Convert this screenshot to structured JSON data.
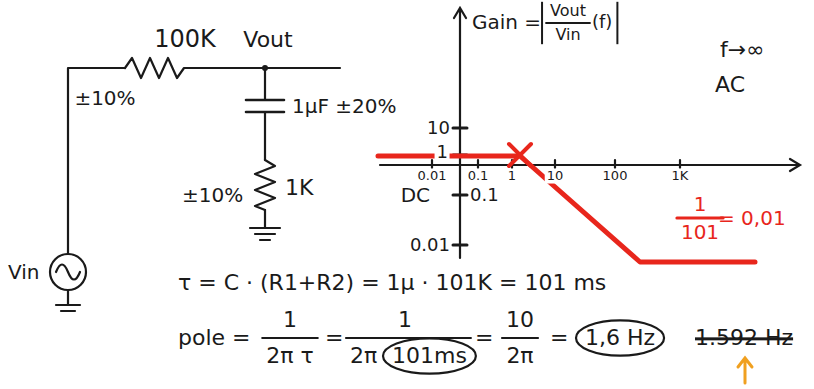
{
  "diagram": {
    "labels": [
      "Vin",
      "100K",
      "±10%",
      "Vout",
      "1µF ±20%",
      "±10%",
      "1K",
      "Gain =",
      "Vout",
      "Vin",
      "(f)",
      "f→∞",
      "AC",
      "10",
      "1",
      "DC",
      "0.1",
      "0.01",
      "0.01",
      "0.1",
      "1",
      "10",
      "100",
      "1K",
      "1",
      "101",
      "= 0,01",
      "τ = C · (R1+R2) = 1µ · 101K = 101 ms",
      "pole =",
      "1",
      "2π τ",
      "=",
      "1",
      "2π",
      "101ms",
      "=",
      "10",
      "2π",
      "=",
      "1,6 Hz",
      "1.592 Hz"
    ]
  }
}
